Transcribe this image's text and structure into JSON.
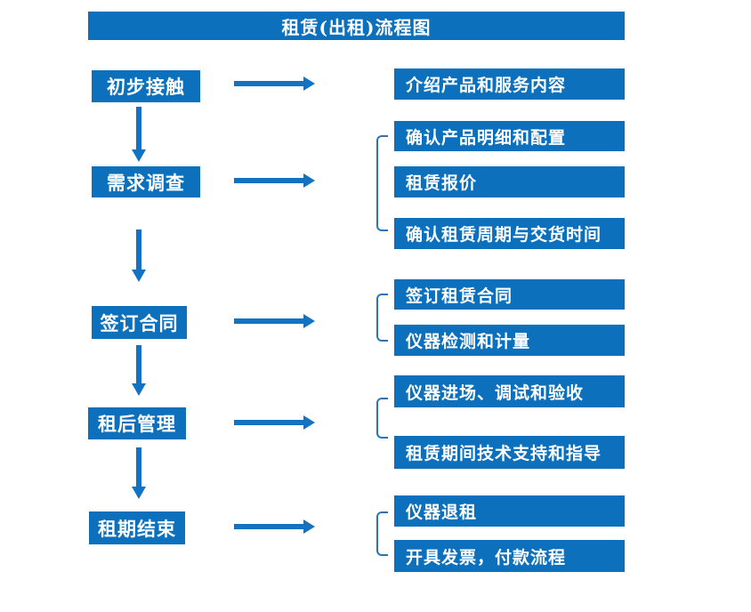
{
  "title": "租赁(出租)流程图",
  "colors": {
    "box_blue": "#0c70bc",
    "arrow_blue": "#1273c2",
    "bracket_blue": "#2c74b8",
    "text_white": "#ffffff",
    "background": "#ffffff"
  },
  "steps": [
    {
      "label": "初步接触",
      "details": [
        "介绍产品和服务内容"
      ]
    },
    {
      "label": "需求调查",
      "details": [
        "确认产品明细和配置",
        "租赁报价",
        "确认租赁周期与交货时间"
      ]
    },
    {
      "label": "签订合同",
      "details": [
        "签订租赁合同",
        "仪器检测和计量"
      ]
    },
    {
      "label": "租后管理",
      "details": [
        "仪器进场、调试和验收",
        "租赁期间技术支持和指导"
      ]
    },
    {
      "label": "租期结束",
      "details": [
        "仪器退租",
        "开具发票，付款流程"
      ]
    }
  ]
}
